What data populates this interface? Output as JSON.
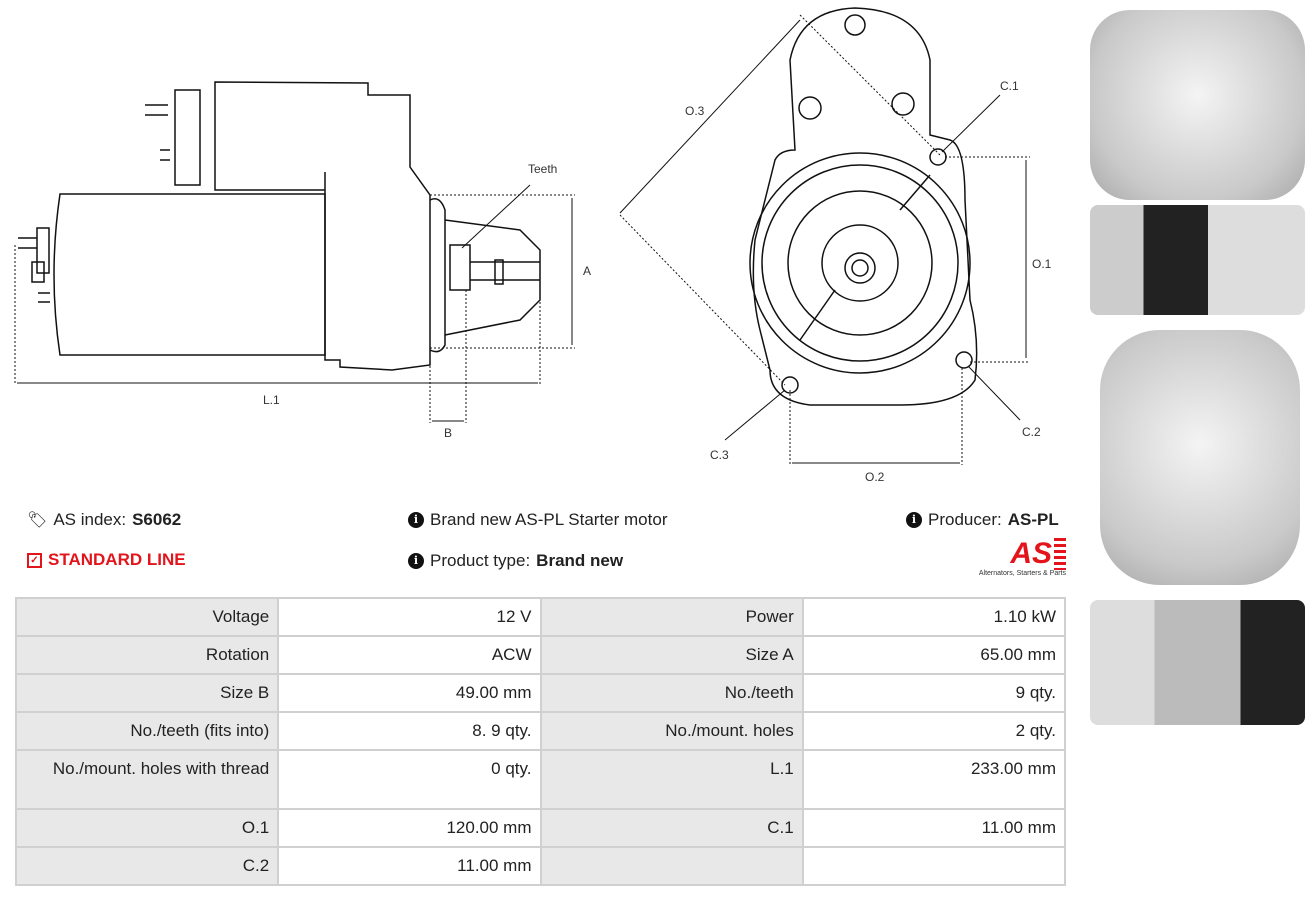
{
  "drawing_labels": {
    "teeth": "Teeth",
    "a": "A",
    "b": "B",
    "l1": "L.1",
    "o1": "O.1",
    "o2": "O.2",
    "o3": "O.3",
    "c1": "C.1",
    "c2": "C.2",
    "c3": "C.3"
  },
  "info": {
    "as_index_label": "AS index:",
    "as_index_value": "S6062",
    "line": "STANDARD LINE",
    "description": "Brand new AS-PL Starter motor",
    "product_type_label": "Product type:",
    "product_type_value": "Brand new",
    "producer_label": "Producer:",
    "producer_value": "AS-PL",
    "logo_text": "AS",
    "logo_tagline": "Alternators, Starters & Parts"
  },
  "specs": [
    [
      "Voltage",
      "12 V",
      "Power",
      "1.10 kW"
    ],
    [
      "Rotation",
      "ACW",
      "Size A",
      "65.00 mm"
    ],
    [
      "Size B",
      "49.00 mm",
      "No./teeth",
      "9 qty."
    ],
    [
      "No./teeth (fits into)",
      "8. 9 qty.",
      "No./mount. holes",
      "2 qty."
    ],
    [
      "No./mount. holes with thread",
      "0 qty.",
      "L.1",
      "233.00 mm"
    ],
    [
      "O.1",
      "120.00 mm",
      "C.1",
      "11.00 mm"
    ],
    [
      "C.2",
      "11.00 mm",
      "",
      ""
    ]
  ],
  "colors": {
    "accent": "#e3141b"
  }
}
